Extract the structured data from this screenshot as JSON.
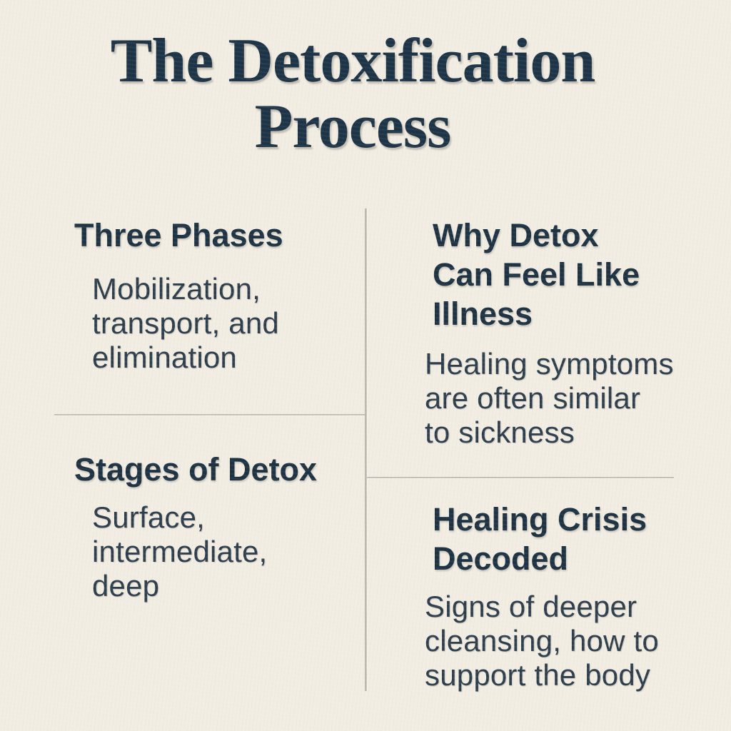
{
  "page": {
    "background_color": "#f2ede3",
    "title_color": "#1d3447",
    "heading_color": "#1d3242",
    "body_color": "#2c3d4c",
    "divider_color": "#c3c0b7"
  },
  "title": {
    "text": "The Detoxification Process",
    "lines": [
      "The Detoxification",
      "Process"
    ]
  },
  "sections": [
    {
      "id": "three-phases",
      "heading": "Three Phases",
      "heading_lines": [
        "Three Phases"
      ],
      "body": "Mobilization, transport, and elimination",
      "body_lines": [
        "Mobilization,",
        "transport, and",
        "elimination"
      ]
    },
    {
      "id": "why-detox-can-feel-like-illness",
      "heading": "Why Detox Can Feel Like Illness",
      "heading_lines": [
        "Why Detox",
        "Can Feel Like",
        "Illness"
      ],
      "body": "Healing symptoms are often similar to sickness",
      "body_lines": [
        "Healing symptoms",
        "are often similar",
        "to sickness"
      ]
    },
    {
      "id": "stages-of-detox",
      "heading": "Stages of Detox",
      "heading_lines": [
        "Stages of Detox"
      ],
      "body": "Surface, intermediate, deep",
      "body_lines": [
        "Surface,",
        "intermediate,",
        "deep"
      ]
    },
    {
      "id": "healing-crisis-decoded",
      "heading": "Healing Crisis Decoded",
      "heading_lines": [
        "Healing Crisis",
        "Decoded"
      ],
      "body": "Signs of deeper cleansing, how to support the body",
      "body_lines": [
        "Signs of deeper",
        "cleansing, how to",
        "support the body"
      ]
    }
  ]
}
